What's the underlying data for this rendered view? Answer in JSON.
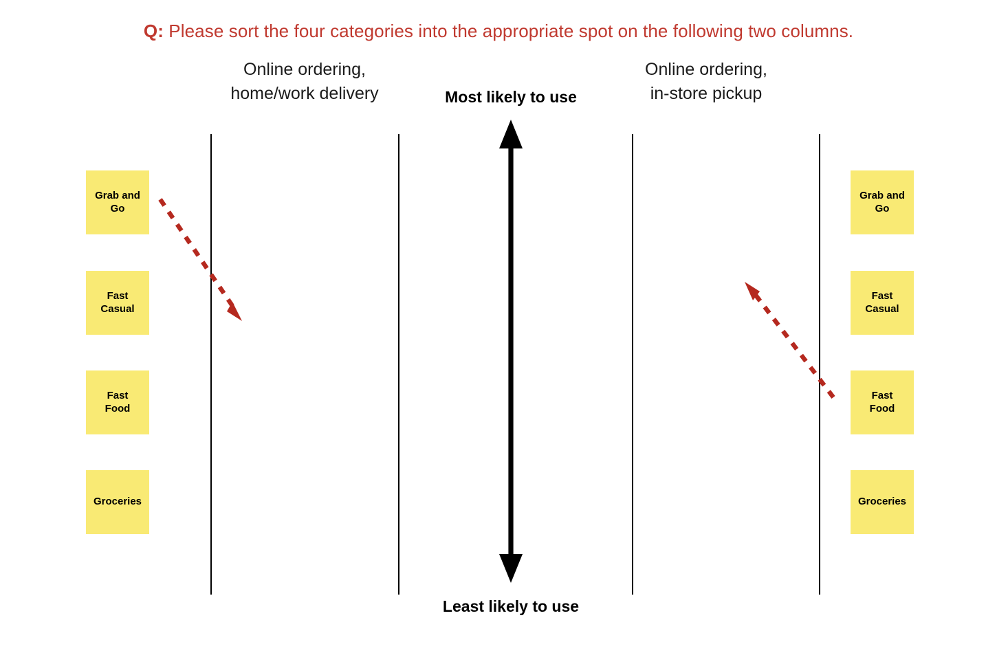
{
  "question": {
    "prefix": "Q:",
    "text": "Please sort the four categories into the appropriate spot on the following two columns.",
    "color": "#c0392f"
  },
  "columns": {
    "left": {
      "line1": "Online ordering,",
      "line2": "home/work delivery"
    },
    "right": {
      "line1": "Online ordering,",
      "line2": " in-store pickup"
    }
  },
  "scale": {
    "top_label": "Most likely to use",
    "bottom_label": "Least likely to use",
    "axis_color": "#000000"
  },
  "cards": {
    "fill_color": "#f9ea74",
    "text_color": "#000000",
    "left": [
      {
        "line1": "Grab and",
        "line2": "Go"
      },
      {
        "line1": "Fast",
        "line2": "Casual"
      },
      {
        "line1": "Fast",
        "line2": "Food"
      },
      {
        "line1": "Groceries",
        "line2": ""
      }
    ],
    "right": [
      {
        "line1": "Grab and",
        "line2": "Go"
      },
      {
        "line1": "Fast",
        "line2": "Casual"
      },
      {
        "line1": "Fast",
        "line2": "Food"
      },
      {
        "line1": "Groceries",
        "line2": ""
      }
    ]
  },
  "pointers": {
    "color": "#b5291f",
    "left_direction": "down-right",
    "right_direction": "up-left"
  }
}
